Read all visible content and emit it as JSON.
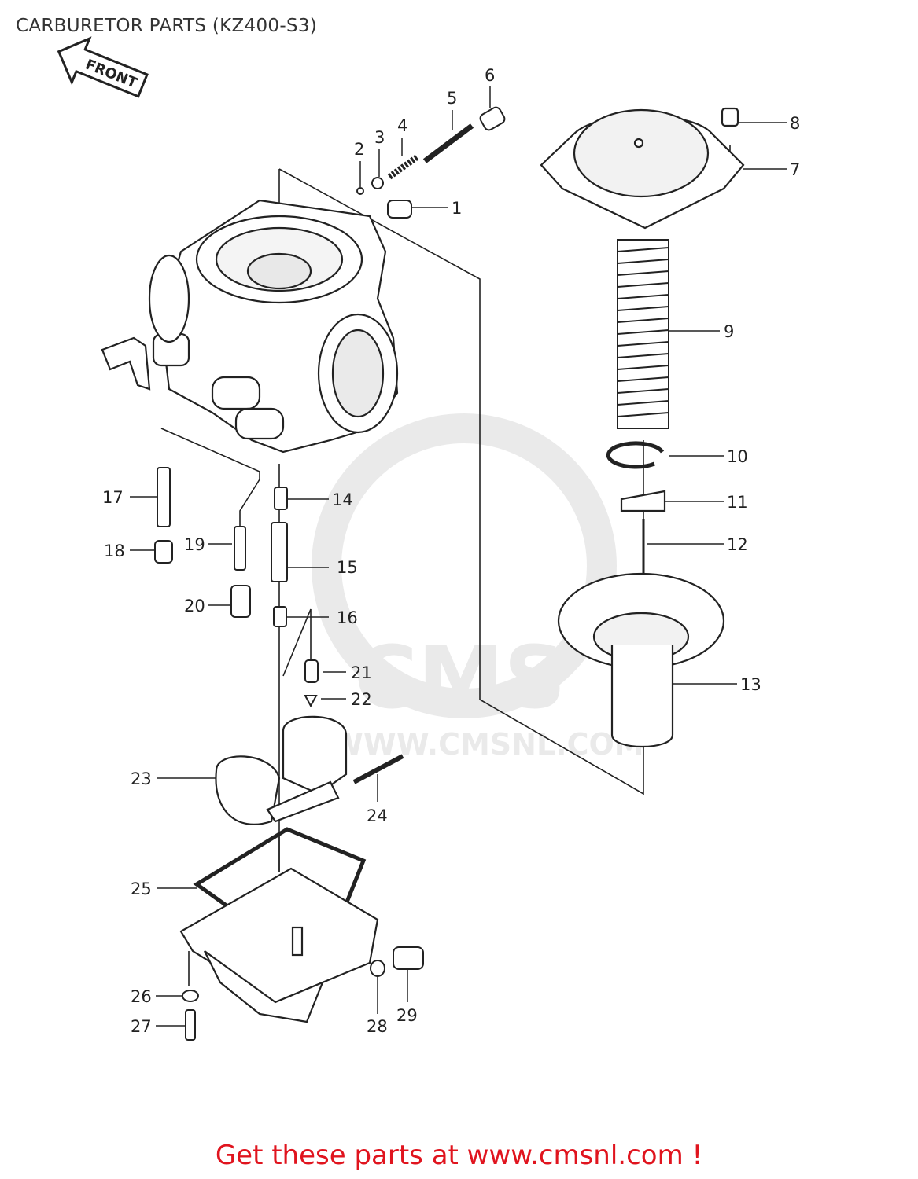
{
  "page": {
    "title": "CARBURETOR PARTS (KZ400-S3)",
    "footer_link": "Get these parts at www.cmsnl.com !"
  },
  "diagram": {
    "front_label": "FRONT",
    "watermark": {
      "logo_text": "CMS",
      "url_text": "WWW.CMSNL.COM"
    },
    "callouts": {
      "p1": "1",
      "p2": "2",
      "p3": "3",
      "p4": "4",
      "p5": "5",
      "p6": "6",
      "p7": "7",
      "p8": "8",
      "p9": "9",
      "p10": "10",
      "p11": "11",
      "p12": "12",
      "p13": "13",
      "p14": "14",
      "p15": "15",
      "p16": "16",
      "p17": "17",
      "p18": "18",
      "p19": "19",
      "p20": "20",
      "p21": "21",
      "p22": "22",
      "p23": "23",
      "p24": "24",
      "p25": "25",
      "p26": "26",
      "p27": "27",
      "p28": "28",
      "p29": "29"
    }
  },
  "colors": {
    "link": "#e0141e",
    "line": "#222222",
    "watermark": "#d9d9d9"
  }
}
